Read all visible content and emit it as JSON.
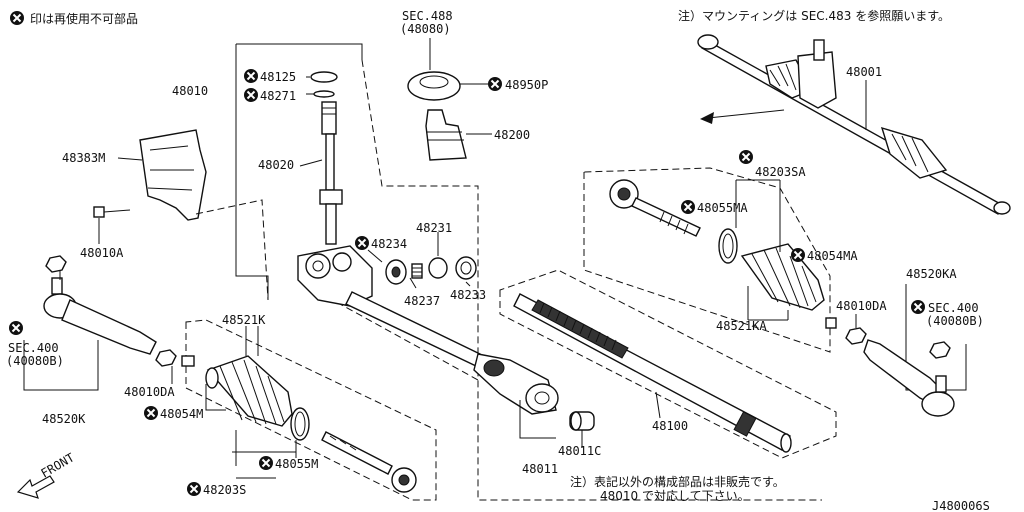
{
  "header": {
    "legend_text": "印は再使用不可部品",
    "note_mount": "注）マウンティングは SEC.483 を参照願います。",
    "note_sale_line1": "注）表記以外の構成部品は非販売です。",
    "note_sale_line2": "48010 で対応して下さい。",
    "diagram_id": "J480006S",
    "front_label": "FRONT"
  },
  "callouts": {
    "p48010": "48010",
    "p48125": "48125",
    "p48271": "48271",
    "p48020": "48020",
    "p48383m": "48383M",
    "p48010a": "48010A",
    "sec488": "SEC.488",
    "sec488_sub": "(48080)",
    "p48950p": "48950P",
    "p48200": "48200",
    "p48234": "48234",
    "p48231": "48231",
    "p48237": "48237",
    "p48233": "48233",
    "p48001": "48001",
    "p48203sa": "48203SA",
    "p48055ma": "48055MA",
    "p48054ma": "48054MA",
    "p48521ka": "48521KA",
    "p48010da_r": "48010DA",
    "p48520ka": "48520KA",
    "sec400_r": "SEC.400",
    "sec400_r_sub": "(40080B)",
    "sec400_l": "SEC.400",
    "sec400_l_sub": "(40080B)",
    "p48520k": "48520K",
    "p48010da_l": "48010DA",
    "p48521k": "48521K",
    "p48054m": "48054M",
    "p48055m": "48055M",
    "p48203s": "48203S",
    "p48011": "48011",
    "p48011c": "48011C",
    "p48100": "48100"
  }
}
